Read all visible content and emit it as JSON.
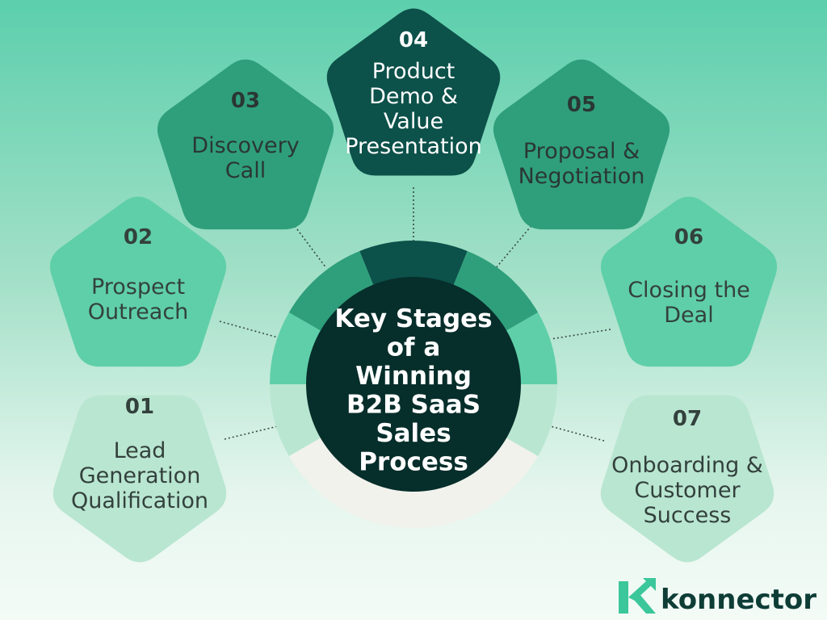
{
  "title_lines": [
    "Key Stages",
    "of a",
    "Winning",
    "B2B SaaS",
    "Sales",
    "Process"
  ],
  "stages": [
    {
      "num": "01",
      "lines": [
        "Lead",
        "Generation",
        "Qualification"
      ],
      "fill": "#b9e6d1",
      "text_color": "#33413d"
    },
    {
      "num": "02",
      "lines": [
        "Prospect",
        "Outreach"
      ],
      "fill": "#5fcfa9",
      "text_color": "#33413d"
    },
    {
      "num": "03",
      "lines": [
        "Discovery",
        "Call"
      ],
      "fill": "#2f9f7b",
      "text_color": "#2a3733"
    },
    {
      "num": "04",
      "lines": [
        "Product",
        "Demo &",
        "Value",
        "Presentation"
      ],
      "fill": "#0c514a",
      "text_color": "#ffffff"
    },
    {
      "num": "05",
      "lines": [
        "Proposal &",
        "Negotiation"
      ],
      "fill": "#2f9f7b",
      "text_color": "#2a3733"
    },
    {
      "num": "06",
      "lines": [
        "Closing the",
        "Deal"
      ],
      "fill": "#5fcfa9",
      "text_color": "#33413d"
    },
    {
      "num": "07",
      "lines": [
        "Onboarding &",
        "Customer",
        "Success"
      ],
      "fill": "#b9e6d1",
      "text_color": "#33413d"
    }
  ],
  "ring_colors": {
    "dark": "#0c514a",
    "mid": "#2f9f7b",
    "light": "#5fcfa9",
    "pale": "#b9e6d1",
    "cream": "#f1f2ec",
    "center": "#062e2b"
  },
  "brand": {
    "name": "konnector",
    "logo_icon": "k-arrow-icon",
    "color": "#0e3d36",
    "accent": "#3cc79a"
  }
}
